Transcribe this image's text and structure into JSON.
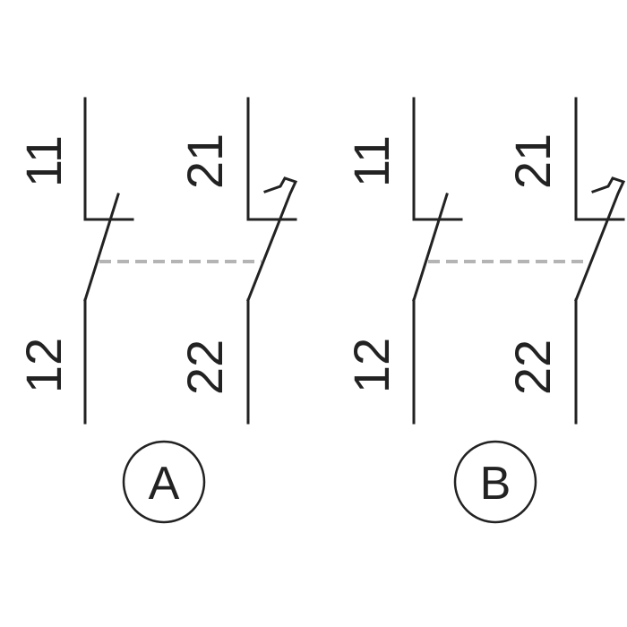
{
  "diagram": {
    "contact_blocks": [
      {
        "id": "A",
        "label": "A",
        "contacts": [
          {
            "top_terminal": "11",
            "bottom_terminal": "12"
          },
          {
            "top_terminal": "21",
            "bottom_terminal": "22"
          }
        ]
      },
      {
        "id": "B",
        "label": "B",
        "contacts": [
          {
            "top_terminal": "11",
            "bottom_terminal": "12"
          },
          {
            "top_terminal": "21",
            "bottom_terminal": "22"
          }
        ]
      }
    ],
    "colors": {
      "line": "#222222",
      "mechanical_link": "#b4b4b4",
      "background": "#ffffff"
    }
  }
}
